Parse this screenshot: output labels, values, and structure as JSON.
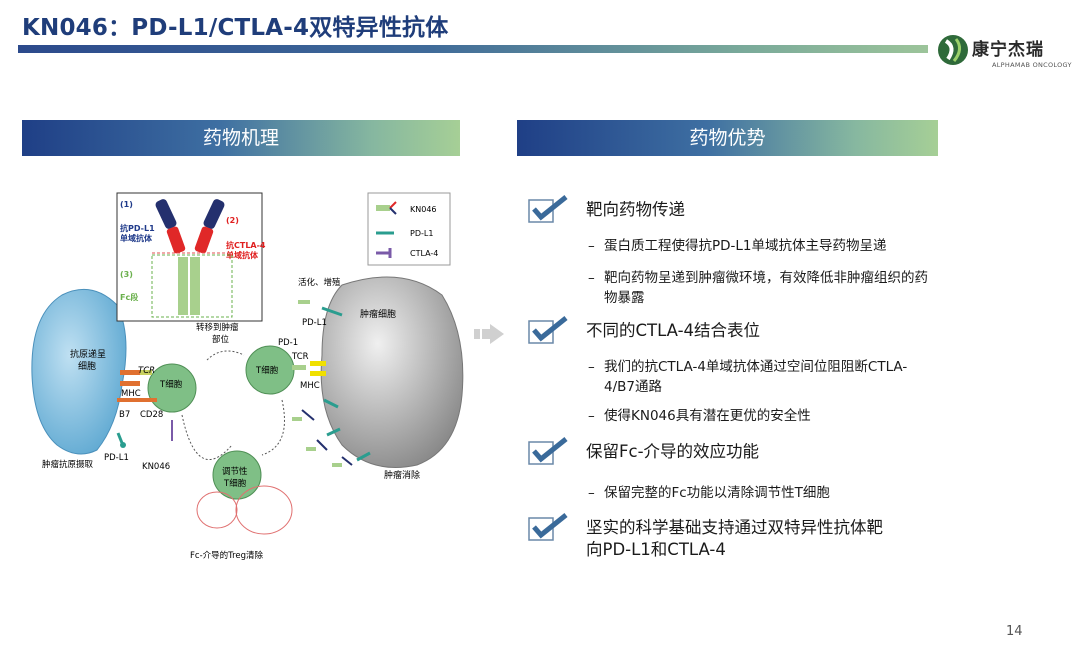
{
  "title": "KN046：PD-L1/CTLA-4双特异性抗体",
  "logo": {
    "name": "康宁杰瑞",
    "sub": "ALPHAMAB ONCOLOGY"
  },
  "left_header": "药物机理",
  "right_header": "药物优势",
  "diagram": {
    "legend": [
      "KN046",
      "PD-L1",
      "CTLA-4"
    ],
    "inset_n1": "(1)",
    "inset_l1a": "抗PD-L1",
    "inset_l1b": "单域抗体",
    "inset_n2": "(2)",
    "inset_l2a": "抗CTLA-4",
    "inset_l2b": "单域抗体",
    "inset_n3": "(3)",
    "inset_l3": "Fc段",
    "apc_a": "抗原递呈",
    "apc_b": "细胞",
    "tcell1": "T细胞",
    "tcell2": "T细胞",
    "treg_a": "调节性",
    "treg_b": "T细胞",
    "tumor": "肿瘤细胞",
    "tcr1": "TCR",
    "mhc1": "MHC",
    "b7": "B7",
    "cd28": "CD28",
    "pdl1_a": "PD-L1",
    "kn046": "KN046",
    "uptake": "肿瘤抗原摄取",
    "migrate_a": "转移到肿瘤",
    "migrate_b": "部位",
    "pd1": "PD-1",
    "tcr2": "TCR",
    "mhc2": "MHC",
    "activate": "活化、增殖",
    "pdl1_b": "PD-L1",
    "tumor_kill": "肿瘤消除",
    "treg_clear": "Fc-介导的Treg清除"
  },
  "advantages": [
    {
      "heading": "靶向药物传递",
      "points": [
        "蛋白质工程使得抗PD-L1单域抗体主导药物呈递",
        "靶向药物呈递到肿瘤微环境，有效降低非肿瘤组织的药物暴露"
      ]
    },
    {
      "heading": "不同的CTLA-4结合表位",
      "points": [
        "我们的抗CTLA-4单域抗体通过空间位阻阻断CTLA-4/B7通路",
        "使得KN046具有潜在更优的安全性"
      ]
    },
    {
      "heading": "保留Fc-介导的效应功能",
      "points": [
        "保留完整的Fc功能以清除调节性T细胞"
      ]
    },
    {
      "heading": "坚实的科学基础支持通过双特异性抗体靶向PD-L1和CTLA-4",
      "points": []
    }
  ],
  "page_number": "14",
  "colors": {
    "title": "#1f3d7a",
    "check": "#3a6a9a",
    "header_start": "#1f3f86",
    "header_end": "#a6cf96"
  }
}
